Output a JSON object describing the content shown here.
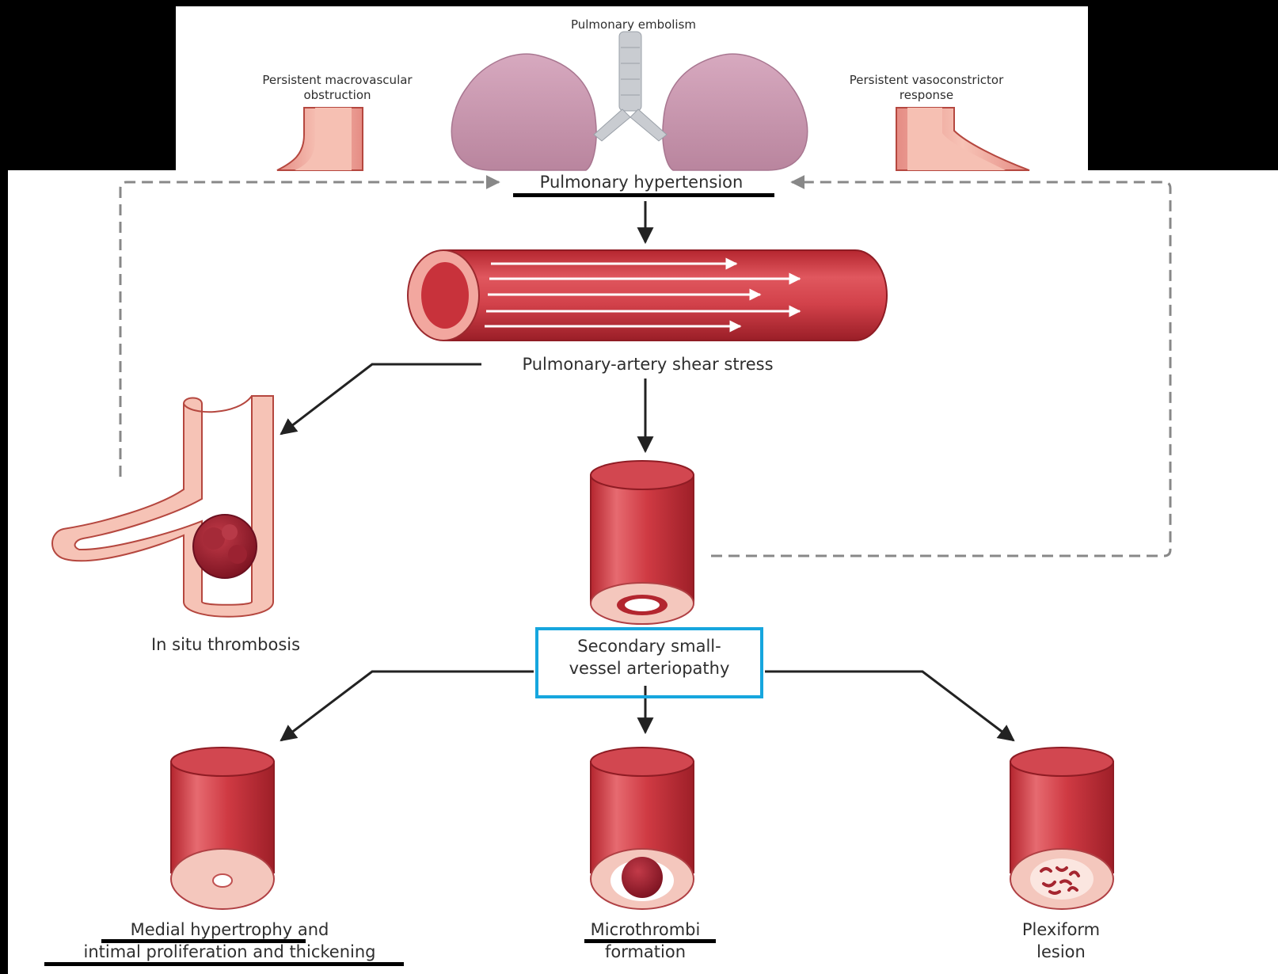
{
  "labels": {
    "pulmonary_embolism": "Pulmonary embolism",
    "macrovascular": "Persistent macrovascular\nobstruction",
    "vasoconstrictor": "Persistent vasoconstrictor\nresponse",
    "pulmonary_hypertension": "Pulmonary hypertension",
    "shear_stress": "Pulmonary-artery shear stress",
    "in_situ_thrombosis": "In situ thrombosis",
    "small_vessel_arteriopathy": "Secondary small-\nvessel arteriopathy",
    "medial_hypertrophy": "Medial hypertrophy and\nintimal proliferation and thickening",
    "microthrombi": "Microthrombi\nformation",
    "plexiform": "Plexiform\nlesion"
  },
  "colors": {
    "vessel_red": "#c8323b",
    "vessel_dark": "#a52630",
    "vessel_light": "#e77b7f",
    "lumen_pink": "#f4c7bd",
    "lung_pink": "#c99ab0",
    "highlight_blue": "#16a6de",
    "dash_gray": "#888888"
  }
}
